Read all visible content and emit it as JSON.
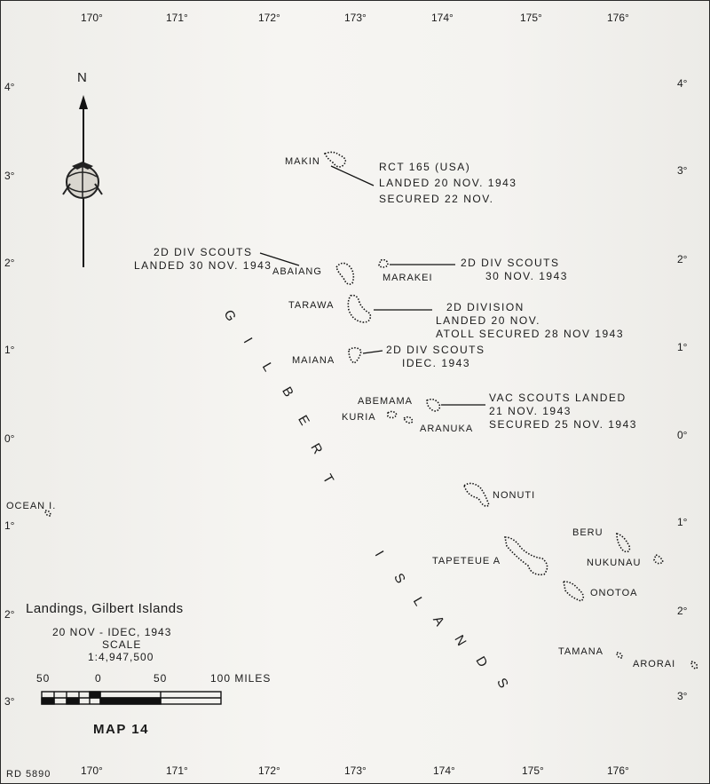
{
  "longitude_labels": [
    "170°",
    "171°",
    "172°",
    "173°",
    "174°",
    "175°",
    "176°"
  ],
  "latitude_labels": {
    "left": [
      "4°",
      "3°",
      "2°",
      "1°",
      "0°",
      "1°",
      "2°",
      "3°"
    ],
    "right": [
      "4°",
      "3°",
      "2°",
      "1°",
      "0°",
      "1°",
      "2°",
      "3°"
    ]
  },
  "north_label": "N",
  "islands": {
    "makin": "MAKIN",
    "abaiang": "ABAIANG",
    "marakei": "MARAKEI",
    "tarawa": "TARAWA",
    "maiana": "MAIANA",
    "abemama": "ABEMAMA",
    "kuria": "KURIA",
    "aranuka": "ARANUKA",
    "nonuti": "NONUTI",
    "ocean": "OCEAN I.",
    "beru": "BERU",
    "tapeteuea": "TAPETEUE A",
    "nukunau": "NUKUNAU",
    "onotoa": "ONOTOA",
    "tamana": "TAMANA",
    "arorai": "ARORAI"
  },
  "annotations": {
    "makin": [
      "RCT 165 (USA)",
      "LANDED 20 NOV. 1943",
      "SECURED 22 NOV."
    ],
    "abaiang": [
      "2D DIV SCOUTS",
      "LANDED 30 NOV. 1943"
    ],
    "marakei": [
      "2D DIV SCOUTS",
      "30 NOV. 1943"
    ],
    "tarawa": [
      "2D DIVISION",
      "LANDED 20 NOV.",
      "ATOLL SECURED 28 NOV 1943"
    ],
    "maiana": [
      "2D DIV SCOUTS",
      "IDEC. 1943"
    ],
    "abemama": [
      "VAC SCOUTS LANDED",
      "21 NOV. 1943",
      "SECURED 25 NOV. 1943"
    ]
  },
  "group_label_letters": {
    "gilbert": [
      "G",
      "I",
      "L",
      "B",
      "E",
      "R",
      "T"
    ],
    "islands": [
      "I",
      "S",
      "L",
      "A",
      "N",
      "D",
      "S"
    ]
  },
  "legend": {
    "title": "Landings, Gilbert Islands",
    "dates": "20 NOV - IDEC, 1943",
    "scale_label": "SCALE",
    "scale_ratio": "1:4,947,500",
    "scale_ticks": [
      "50",
      "0",
      "50",
      "100 MILES"
    ],
    "map_number": "MAP 14"
  },
  "reference_code": "RD 5890"
}
